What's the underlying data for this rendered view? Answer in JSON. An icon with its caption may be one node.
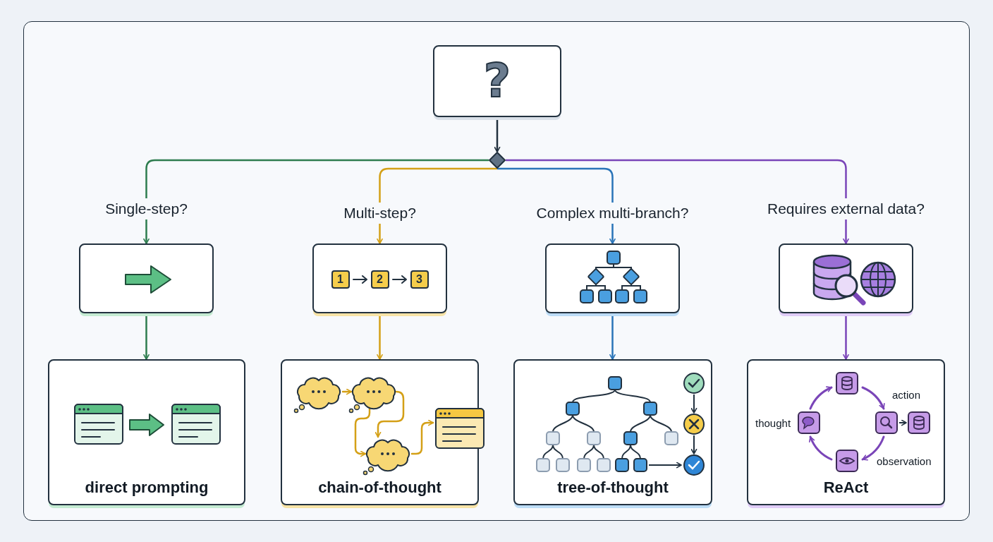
{
  "diagram": {
    "nodes": [
      {
        "text": [
          "?"
        ]
      },
      {
        "text": [],
        "shape": "diamond"
      },
      {
        "text": [],
        "shape": "box"
      },
      {
        "text": [
          "1",
          "2",
          "3"
        ]
      },
      {
        "text": [],
        "shape": "box"
      },
      {
        "text": [],
        "shape": "box"
      },
      {
        "text": [
          "direct prompting"
        ]
      },
      {
        "text": [
          "chain-of-thought"
        ]
      },
      {
        "text": [
          "tree-of-thought"
        ]
      },
      {
        "text": [
          "action",
          "thought",
          "observation",
          "ReAct"
        ]
      }
    ],
    "edges": [
      {
        "from": 0,
        "to": 1,
        "arrow": "to"
      },
      {
        "from": 1,
        "to": 2,
        "arrow": "to",
        "label": "Single-step?",
        "color": "#2e7d4f"
      },
      {
        "from": 1,
        "to": 3,
        "arrow": "to",
        "label": "Multi-step?",
        "color": "#d4a017"
      },
      {
        "from": 1,
        "to": 4,
        "arrow": "to",
        "label": "Complex multi-branch?",
        "color": "#2a74b8"
      },
      {
        "from": 1,
        "to": 5,
        "arrow": "to",
        "label": "Requires external data?",
        "color": "#7a45b8"
      },
      {
        "from": 2,
        "to": 6,
        "arrow": "to",
        "color": "#2e7d4f"
      },
      {
        "from": 3,
        "to": 7,
        "arrow": "to",
        "color": "#d4a017"
      },
      {
        "from": 4,
        "to": 8,
        "arrow": "to",
        "color": "#2a74b8"
      },
      {
        "from": 5,
        "to": 9,
        "arrow": "to",
        "color": "#7a45b8"
      }
    ]
  }
}
